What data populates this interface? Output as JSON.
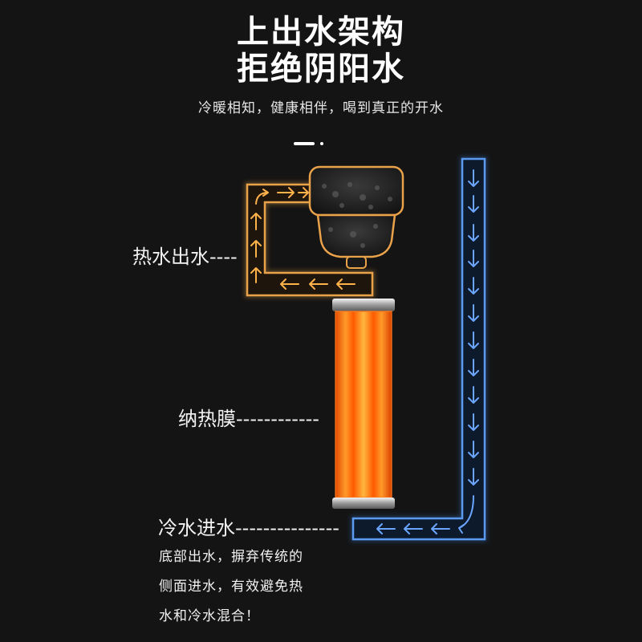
{
  "header": {
    "title_line1": "上出水架构",
    "title_line2": "拒绝阴阳水",
    "subtitle": "冷暖相知，健康相伴，喝到真正的开水"
  },
  "labels": {
    "hot_out": "热水出水----",
    "membrane": "纳热膜------------",
    "cold_in": "冷水进水---------------"
  },
  "note": {
    "line1": "底部出水，摒弃传统的",
    "line2": "侧面进水，有效避免热",
    "line3": "水和冷水混合！"
  },
  "colors": {
    "hot": "#f0a646",
    "cold": "#4b8fe8",
    "background": "#141414"
  },
  "icons": [
    "dispenser-head-icon",
    "heating-tube-icon",
    "flow-arrow-icon"
  ]
}
